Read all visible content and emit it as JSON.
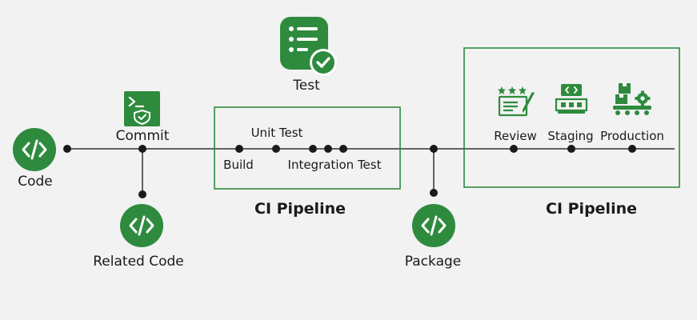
{
  "labels": {
    "code": "Code",
    "commit": "Commit",
    "related_code": "Related Code",
    "test": "Test",
    "unit_test": "Unit Test",
    "build": "Build",
    "integration_test": "Integration Test",
    "ci_pipeline_left": "CI Pipeline",
    "package": "Package",
    "review": "Review",
    "staging": "Staging",
    "production": "Production",
    "ci_pipeline_right": "CI Pipeline"
  },
  "icons": {
    "code": "code-icon",
    "related_code": "code-icon",
    "package": "code-icon",
    "commit": "terminal-shield-icon",
    "test": "test-checklist-icon",
    "review": "star-review-icon",
    "staging": "staging-monitor-icon",
    "production": "conveyor-production-icon"
  },
  "colors": {
    "accent": "#2e8b3e",
    "line": "#333333",
    "background": "#f2f2f2"
  }
}
